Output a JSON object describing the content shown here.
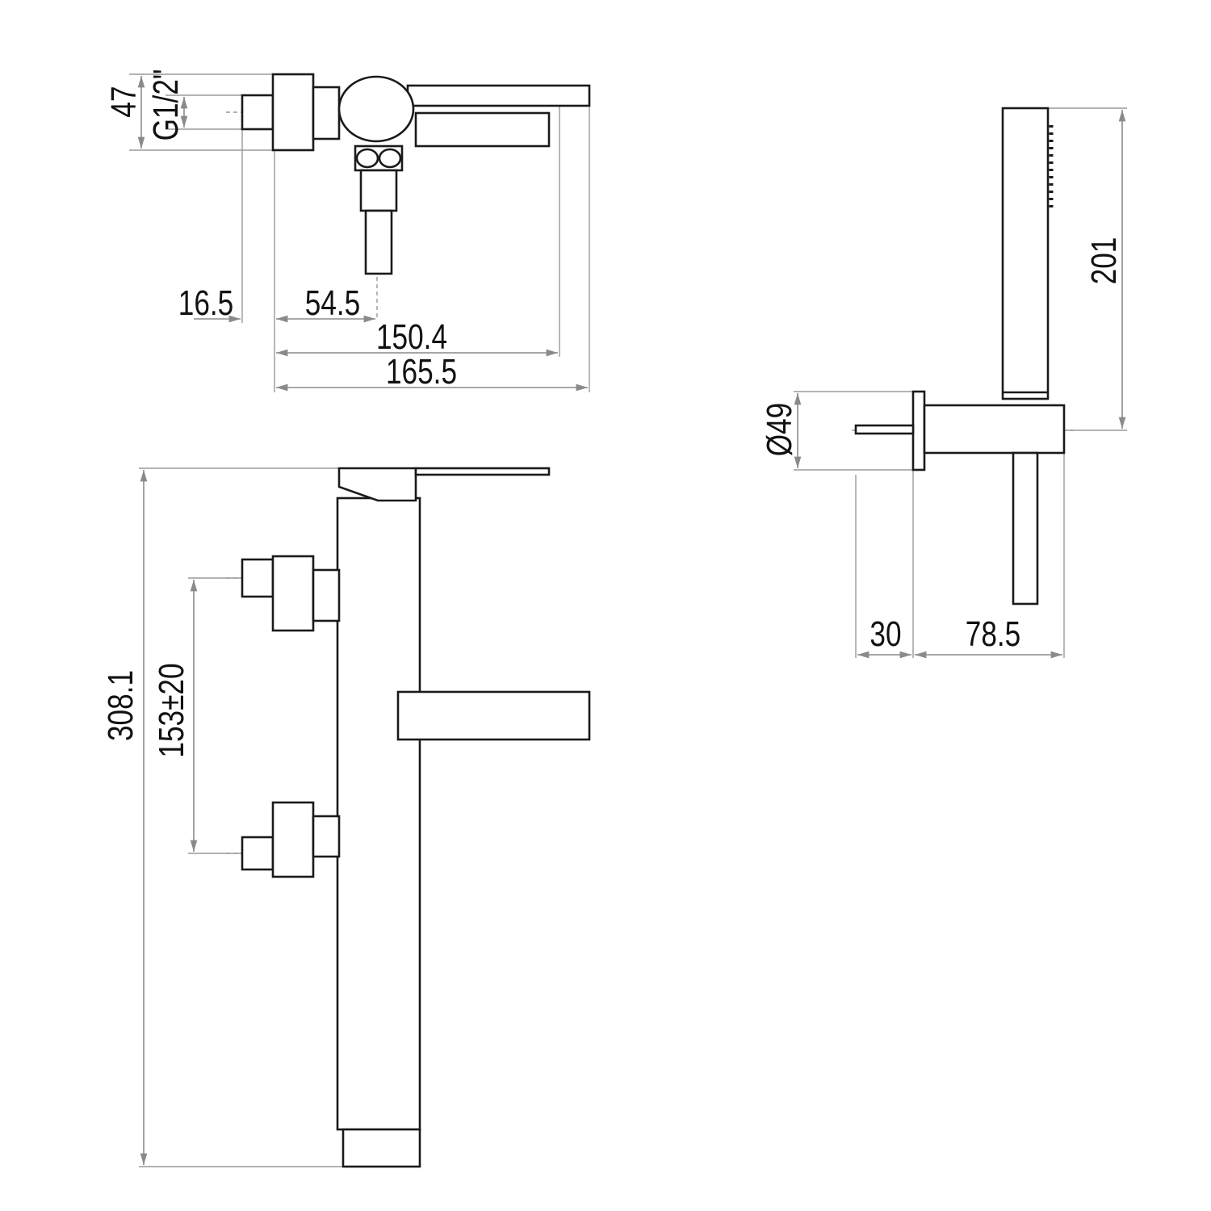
{
  "colors": {
    "outline": "#1a1a1a",
    "dimension": "#8a8a8a",
    "background": "#ffffff"
  },
  "top_view": {
    "dim_height": "47",
    "dim_thread": "G1/2\"",
    "dim_offset": "16.5",
    "dim_center": "54.5",
    "dim_spout": "150.4",
    "dim_total": "165.5"
  },
  "front_view": {
    "dim_height": "308.1",
    "dim_centers": "153±20"
  },
  "shower_view": {
    "dim_handshower": "201",
    "dim_diameter": "Ø49",
    "dim_screw": "30",
    "dim_projection": "78.5"
  }
}
